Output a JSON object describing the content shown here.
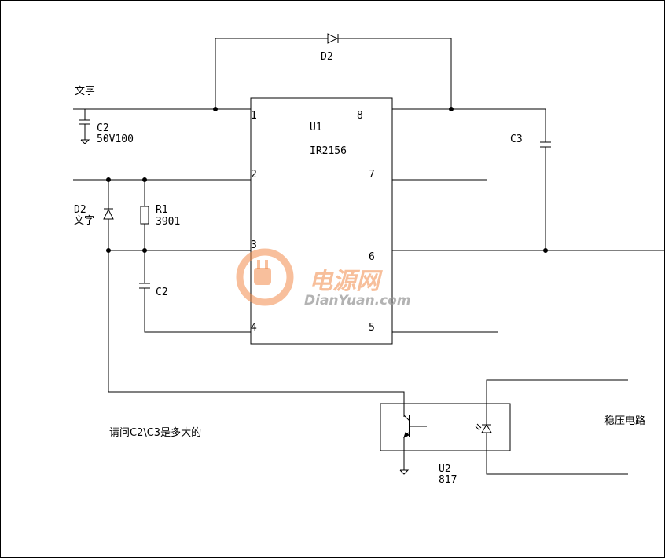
{
  "labels": {
    "text_top": "文字",
    "c2_top_name": "C2",
    "c2_top_value": "50V100",
    "d2_top": "D2",
    "u1_name": "U1",
    "u1_part": "IR2156",
    "pin1": "1",
    "pin2": "2",
    "pin3": "3",
    "pin4": "4",
    "pin5": "5",
    "pin6": "6",
    "pin7": "7",
    "pin8": "8",
    "c3": "C3",
    "d2_left_name": "D2",
    "d2_left_text": "文字",
    "r1_name": "R1",
    "r1_value": "3901",
    "c2_mid": "C2",
    "question": "请问C2\\C3是多大的",
    "regulator": "稳压电路",
    "u2_name": "U2",
    "u2_part": "817"
  },
  "watermark": {
    "cn": "电源网",
    "en": "DianYuan.com",
    "color": "#f28b4a"
  }
}
